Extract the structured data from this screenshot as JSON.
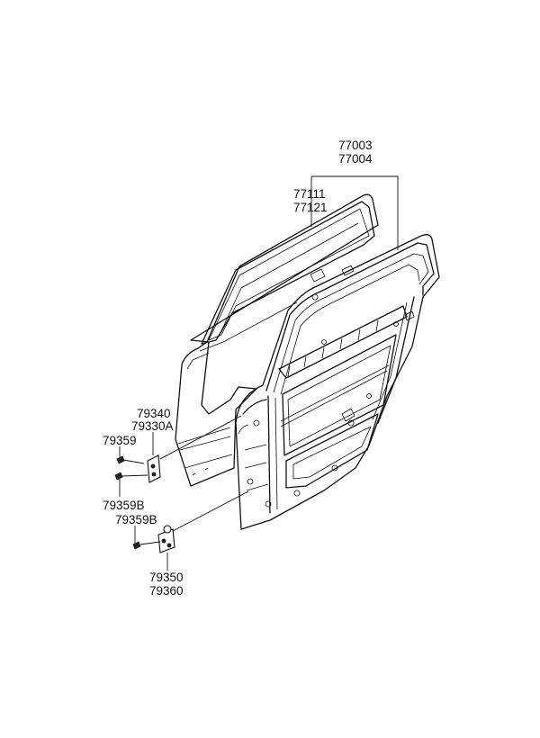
{
  "parts": {
    "door_panel_assy": {
      "line1": "77003",
      "line2": "77004"
    },
    "door_panel": {
      "line1": "77111",
      "line2": "77121"
    },
    "upper_hinge": {
      "line1": "79340",
      "line2": "79330A"
    },
    "bolt_upper": {
      "line1": "79359"
    },
    "bolt_mid": {
      "line1": "79359B"
    },
    "bolt_lower": {
      "line1": "79359B"
    },
    "lower_hinge": {
      "line1": "79350",
      "line2": "79360"
    }
  }
}
